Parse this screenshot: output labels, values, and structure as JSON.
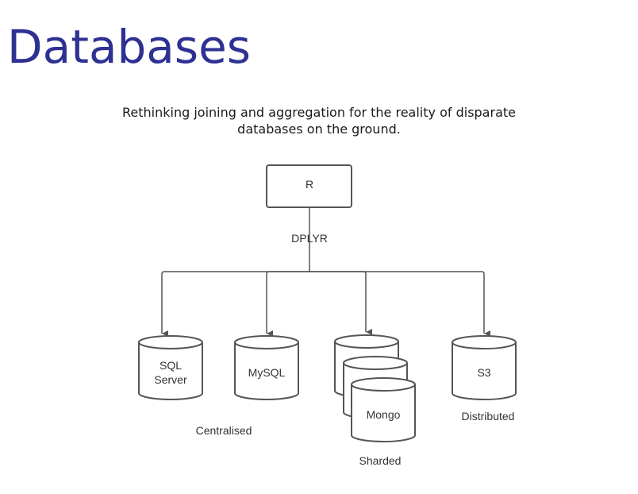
{
  "slide": {
    "title": "Databases",
    "subtitle_lines": [
      "Rethinking joining and aggregation for the reality of disparate",
      "databases on the ground."
    ]
  },
  "diagram": {
    "root_label": "R",
    "connector_label": "DPLYR",
    "nodes": {
      "sql_server": [
        "SQL",
        "Server"
      ],
      "mysql": "MySQL",
      "mongo": "Mongo",
      "s3": "S3"
    },
    "group_labels": {
      "centralised": "Centralised",
      "sharded": "Sharded",
      "distributed": "Distributed"
    }
  },
  "colors": {
    "title": "#2e3192",
    "stroke": "#555555",
    "text": "#333333"
  }
}
